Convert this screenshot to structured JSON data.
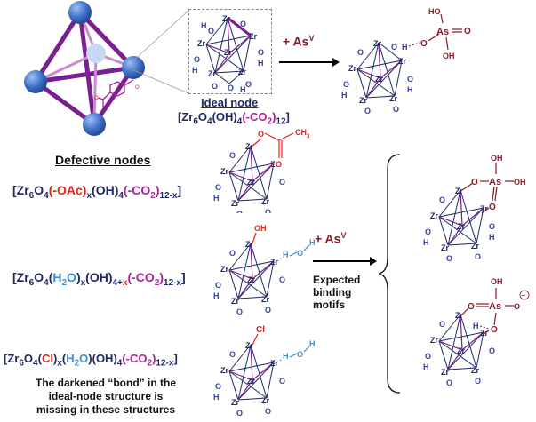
{
  "ideal": {
    "title": "Ideal node",
    "formula_prefix": "[Zr",
    "formula_6": "6",
    "formula_o": "O",
    "formula_4a": "4",
    "formula_oh": "(OH)",
    "formula_4b": "4",
    "formula_co2": "(-CO",
    "formula_2": "2",
    "formula_close": ")",
    "formula_12": "12",
    "formula_end": "]"
  },
  "arrow_top": {
    "label": "+ As",
    "sup": "V"
  },
  "arrow_mid": {
    "label": "+ As",
    "sup": "V"
  },
  "defective": {
    "title": "Defective nodes"
  },
  "formula1": {
    "a": "[Zr",
    "a6": "6",
    "b": "O",
    "b4": "4",
    "oac": "(-OAc)",
    "x": "x",
    "oh": "(OH)",
    "oh4": "4",
    "co2": "(-CO",
    "co2s": "2",
    "cl": ")",
    "n": "12-x",
    "end": "]"
  },
  "formula2": {
    "a": "[Zr",
    "a6": "6",
    "b": "O",
    "b4": "4",
    "h2o_open": "(",
    "h2o": "H",
    "h2o2": "2",
    "h2o_o": "O",
    "h2o_close": ")",
    "x": "x",
    "oh": "(OH)",
    "oh4": "4+",
    "ohx": "x",
    "co2": "(-CO",
    "co2s": "2",
    "cl": ")",
    "n": "12-x",
    "end": "]"
  },
  "formula3": {
    "a": "[Zr",
    "a6": "6",
    "b": "O",
    "b4": "4",
    "cl_open": "(",
    "cl": "Cl",
    "cl_close": ")",
    "x": "x",
    "h2o_open": "(",
    "h2o": "H",
    "h2o2": "2",
    "h2o_o": "O",
    "h2o_close": ")",
    "oh": "(OH)",
    "oh4": "4",
    "co2": "(-CO",
    "co2s": "2",
    "clp": ")",
    "n": "12-x",
    "end": "]"
  },
  "note": {
    "line1": "The darkened “bond” in the",
    "line2": "ideal-node structure is",
    "line3": "missing in these structures"
  },
  "motif": {
    "line1": "Expected",
    "line2": "binding",
    "line3": "motifs"
  },
  "labels": {
    "zr": "Zr",
    "o": "O",
    "h": "H",
    "oh": "OH",
    "as": "As",
    "ho": "HO",
    "ch3": "CH",
    "ch3_3": "3",
    "cl": "Cl",
    "minus": "−"
  },
  "colors": {
    "navy": "#1f2a63",
    "oxygen": "#2f3fb0",
    "purple": "#7a1f8f",
    "magenta": "#b0219a",
    "red": "#e8211c",
    "dark_red": "#8b1a2a",
    "light_blue": "#3b8fd6",
    "sphere": "#3f72c9"
  }
}
